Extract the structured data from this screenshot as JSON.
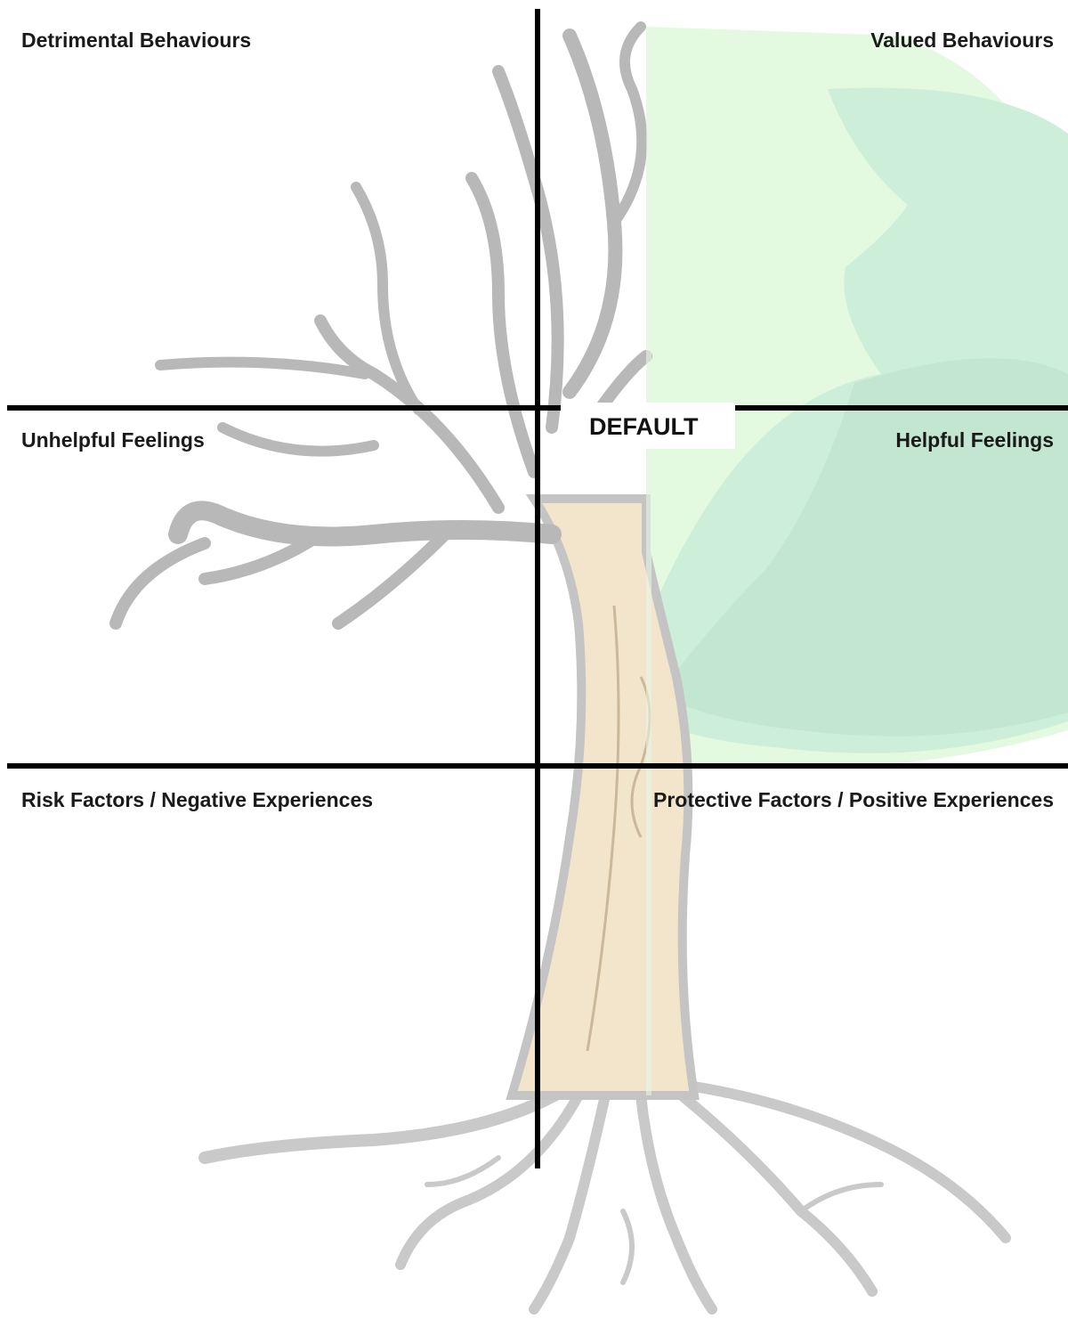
{
  "quadrants": {
    "top_left": "Detrimental Behaviours",
    "top_right": "Valued Behaviours",
    "middle_left": "Unhelpful Feelings",
    "middle_right": "Helpful Feelings",
    "bottom_left": "Risk Factors / Negative Experiences",
    "bottom_right": "Protective Factors / Positive Experiences"
  },
  "center_label": "DEFAULT",
  "colors": {
    "branch_gray": "#b8b8b8",
    "trunk_beige": "#f3e4cc",
    "foliage_light": "#dff8dc",
    "foliage_mid": "#c9ecd4",
    "foliage_dark": "#bfe3cb",
    "divider": "#000000"
  }
}
